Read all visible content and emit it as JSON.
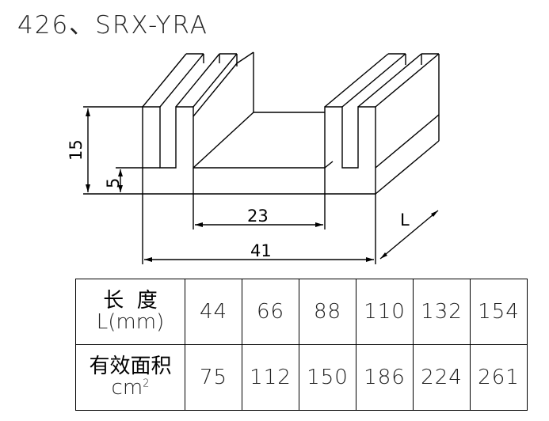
{
  "title": "426、SRX-YRA",
  "dimensions": {
    "height": "15",
    "base": "5",
    "inner": "23",
    "width": "41",
    "length": "L"
  },
  "table": {
    "row1_label_cn": "长  度",
    "row1_label_unit": "L(mm)",
    "row1_values": [
      "44",
      "66",
      "88",
      "110",
      "132",
      "154"
    ],
    "row2_label_cn": "有效面积",
    "row2_label_unit": "cm",
    "row2_label_sup": "2",
    "row2_values": [
      "75",
      "112",
      "150",
      "186",
      "224",
      "261"
    ]
  }
}
